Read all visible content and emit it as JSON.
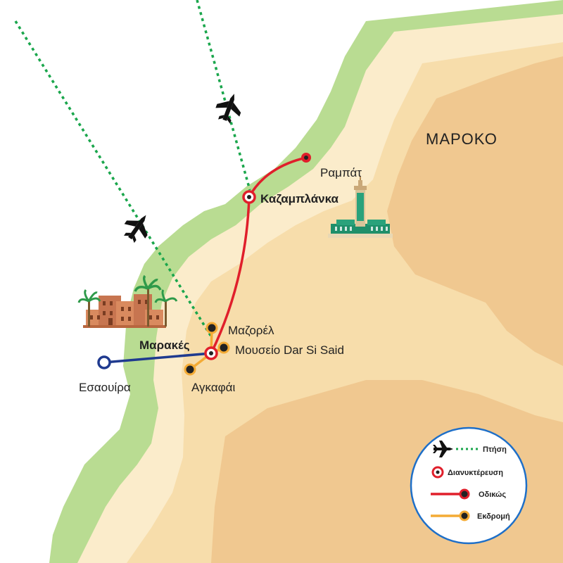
{
  "country": {
    "label": "ΜΑΡΟΚΟ"
  },
  "cities": {
    "rabat": {
      "label": "Ραμπάτ"
    },
    "casablanca": {
      "label": "Καζαμπλάνκα"
    },
    "marrakech": {
      "label": "Μαρακές"
    },
    "essaouira": {
      "label": "Εσαουίρα"
    },
    "majorelle": {
      "label": "Μαζορέλ"
    },
    "dar_si_said": {
      "label": "Μουσείο Dar Si Said"
    },
    "agafay": {
      "label": "Αγκαφάι"
    }
  },
  "legend": {
    "flight": "Πτήση",
    "overnight": "Διανυκτέρευση",
    "road": "Οδικώς",
    "excursion": "Εκδρομή"
  },
  "colors": {
    "sea": "#ffffff",
    "coast_green": "#b9dc92",
    "land_light": "#fbeccb",
    "land_mid": "#f7ddab",
    "land_dark": "#f0c890",
    "flight": "#1aa64c",
    "road": "#e01f2b",
    "excursion": "#f4ab35",
    "ferry_road_blue": "#1f3a8f",
    "legend_border": "#1e6fc8"
  },
  "icons": [
    "airplane-icon",
    "hassan-mosque-icon",
    "kasbah-icon",
    "palm-tree-icon"
  ]
}
